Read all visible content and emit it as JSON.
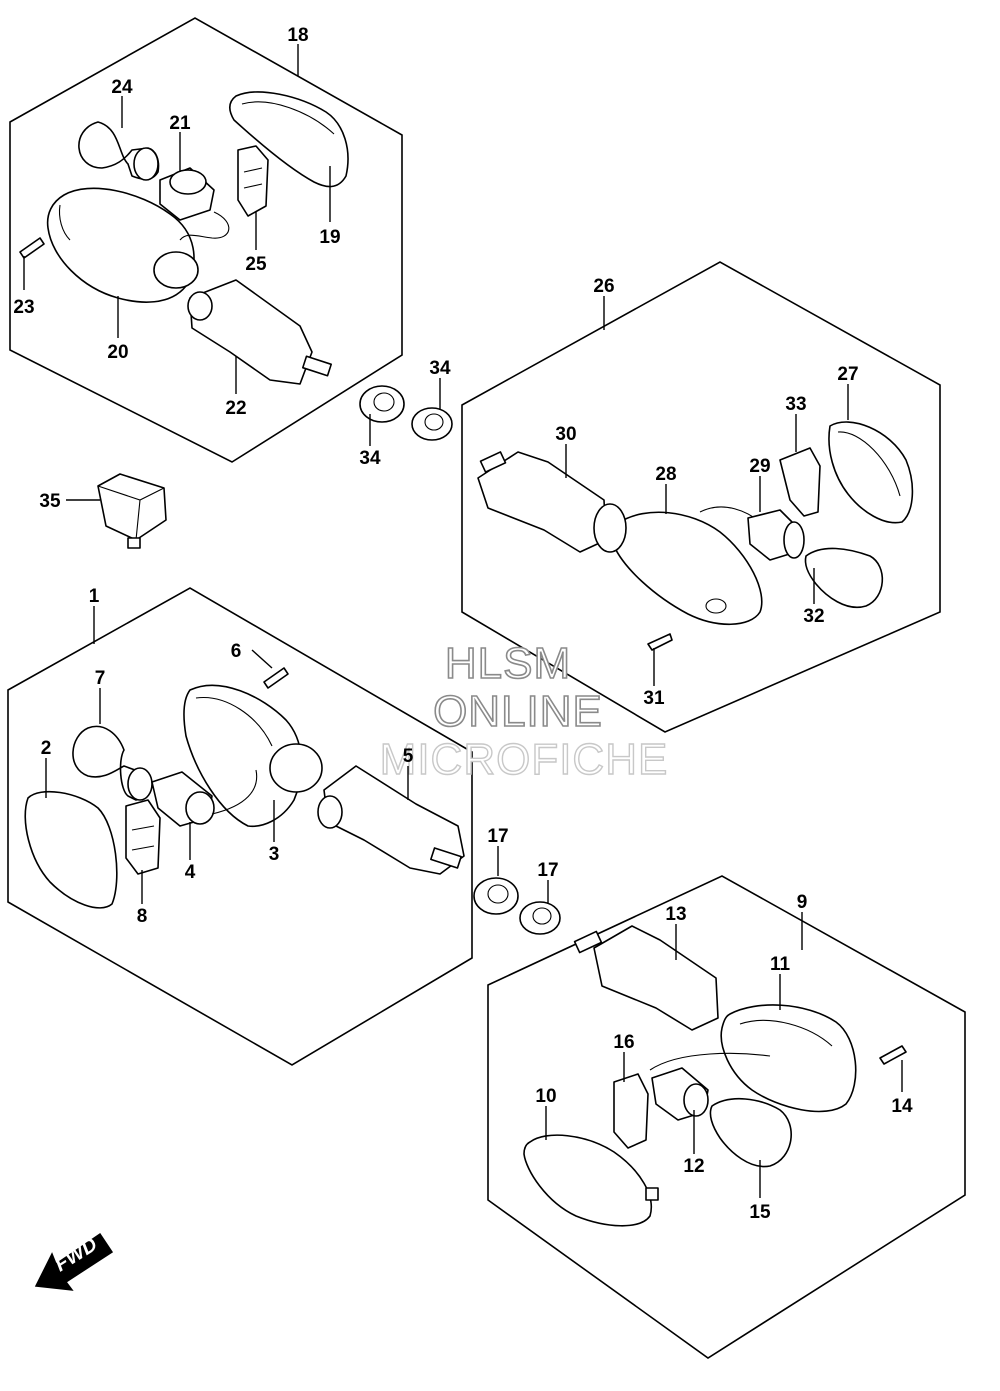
{
  "watermark": {
    "line1": "HLSM",
    "line2": "ONLINE",
    "line3": "MICROFICHE"
  },
  "direction_label": "FWD",
  "callouts": {
    "p1": "1",
    "p2": "2",
    "p3": "3",
    "p4": "4",
    "p5": "5",
    "p6": "6",
    "p7": "7",
    "p8": "8",
    "p9": "9",
    "p10": "10",
    "p11": "11",
    "p12": "12",
    "p13": "13",
    "p14": "14",
    "p15": "15",
    "p16": "16",
    "p17a": "17",
    "p17b": "17",
    "p18": "18",
    "p19": "19",
    "p20": "20",
    "p21": "21",
    "p22": "22",
    "p23": "23",
    "p24": "24",
    "p25": "25",
    "p26": "26",
    "p27": "27",
    "p28": "28",
    "p29": "29",
    "p30": "30",
    "p31": "31",
    "p32": "32",
    "p33": "33",
    "p34a": "34",
    "p34b": "34",
    "p35": "35"
  }
}
